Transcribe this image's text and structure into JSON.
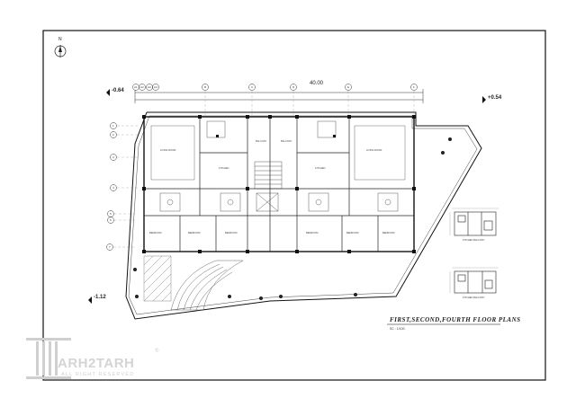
{
  "sheet": {
    "title": "FIRST,SECOND,FOURTH FLOOR PLANS",
    "scale": "SC : 1/100",
    "north": "N",
    "overall_dim": "40.00"
  },
  "levels": {
    "top_left": "-0.64",
    "top_right": "+0.54",
    "bottom_left": "-1.12"
  },
  "axes": {
    "top": [
      "A1",
      "A2",
      "A3",
      "A4",
      "B",
      "C",
      "D",
      "E",
      "F"
    ],
    "left": [
      "1",
      "2",
      "3",
      "4",
      "5",
      "6",
      "7"
    ]
  },
  "rooms": {
    "living_room_left": "LIVING ROOM",
    "living_room_right": "LIVING ROOM",
    "balcony_left": "BALCONY",
    "balcony_right": "BALCONY",
    "kitchen_left": "KITCHEN",
    "kitchen_right": "KITCHEN",
    "bedroom_1": "BEDROOM",
    "bedroom_2": "BEDROOM",
    "bedroom_3": "BEDROOM",
    "bedroom_4": "BEDROOM",
    "bedroom_5": "BEDROOM",
    "bedroom_6": "BEDROOM"
  },
  "details": {
    "first_label": "KITCHEN BALCONY",
    "second_label": "KITCHEN BALCONY"
  },
  "watermark": {
    "brand": "ARH2TARH",
    "tagline": "ALL RIGHT RESERVED",
    "registered": "®"
  }
}
